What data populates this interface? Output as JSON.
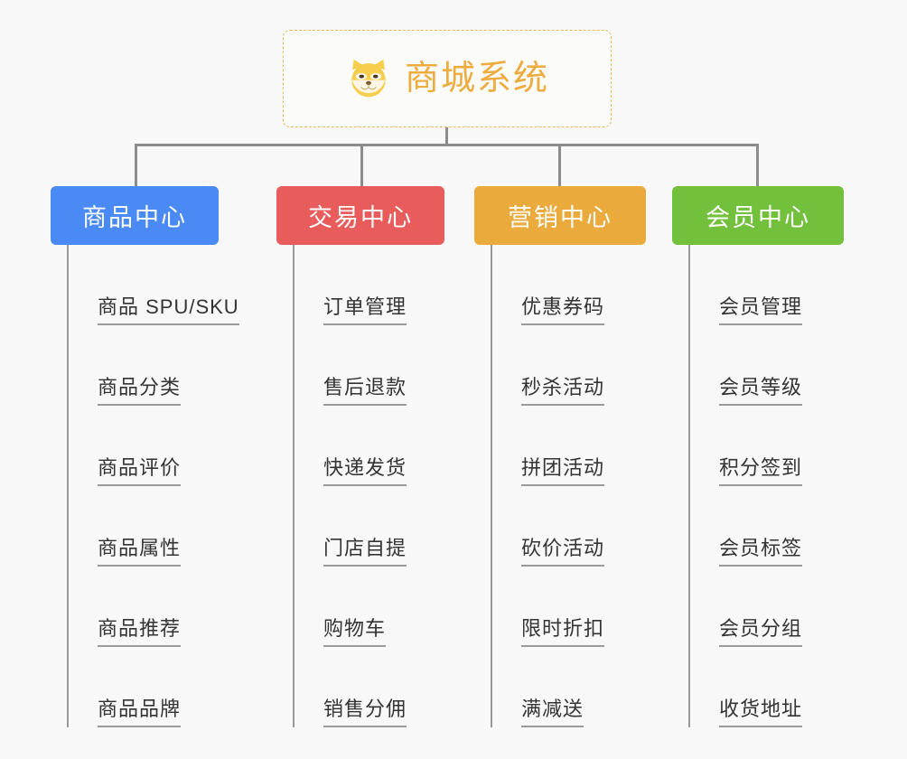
{
  "background_color": "#f8f8f8",
  "root": {
    "icon": "shiba-dog-face-icon",
    "title": "商城系统",
    "title_color": "#eeab3e",
    "border_color": "#e8b95c"
  },
  "columns": [
    {
      "id": "product-center",
      "title": "商品中心",
      "color": "#4a8af4",
      "items": [
        "商品 SPU/SKU",
        "商品分类",
        "商品评价",
        "商品属性",
        "商品推荐",
        "商品品牌"
      ]
    },
    {
      "id": "trade-center",
      "title": "交易中心",
      "color": "#e85c5c",
      "items": [
        "订单管理",
        "售后退款",
        "快递发货",
        "门店自提",
        "购物车",
        "销售分佣"
      ]
    },
    {
      "id": "marketing-center",
      "title": "营销中心",
      "color": "#eaaa3c",
      "items": [
        "优惠券码",
        "秒杀活动",
        "拼团活动",
        "砍价活动",
        "限时折扣",
        "满减送"
      ]
    },
    {
      "id": "member-center",
      "title": "会员中心",
      "color": "#72c03c",
      "items": [
        "会员管理",
        "会员等级",
        "积分签到",
        "会员标签",
        "会员分组",
        "收货地址"
      ]
    }
  ],
  "connector_color": "#8c8c8c",
  "item_line_color": "#9a9a9a"
}
